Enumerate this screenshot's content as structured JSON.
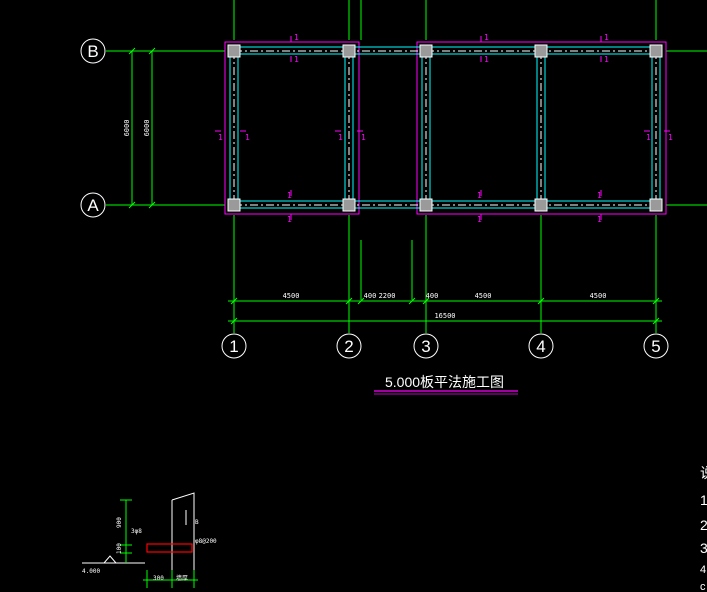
{
  "drawing": {
    "title": "5.000板平法施工图",
    "axes_x": [
      "1",
      "2",
      "3",
      "4",
      "5"
    ],
    "axes_y": [
      "B",
      "A"
    ],
    "dims_x": [
      "4500",
      "400",
      "2200",
      "400",
      "4500",
      "4500"
    ],
    "dim_total": "16500",
    "dims_y": [
      "6000",
      "6000"
    ],
    "section_mark": "1",
    "detail": {
      "elevation": "4.000",
      "dim_h1": "900",
      "dim_h2": "100",
      "dim_w1": "300",
      "dim_w2": "墙厚",
      "rebar_1": "3φ8",
      "rebar_2": "φ8@200",
      "text_b": "B"
    },
    "notes_partial": [
      "说",
      "1",
      "2",
      "3",
      "4",
      "c"
    ]
  },
  "colors": {
    "background": "#000000",
    "axis_green": "#00ff00",
    "beam_magenta": "#ff00ff",
    "wall_cyan": "#00ffff",
    "white": "#ffffff",
    "red": "#ff0000",
    "column_gray": "#aaaaaa"
  }
}
